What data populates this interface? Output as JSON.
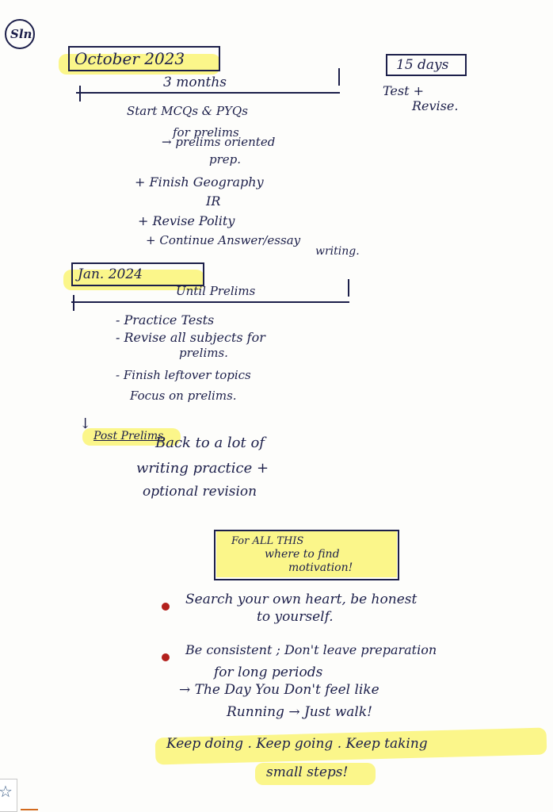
{
  "logo": {
    "text": "Sln"
  },
  "section1": {
    "date": "October 2023",
    "duration": "3 months",
    "lines": [
      "Start MCQs & PYQs",
      "for prelims",
      "→ prelims oriented",
      "prep.",
      "+ Finish Geography",
      "IR",
      "+ Revise Polity",
      "+ Continue Answer/essay",
      "writing."
    ]
  },
  "side": {
    "duration": "15 days",
    "line1": "Test +",
    "line2": "Revise."
  },
  "section2": {
    "date": "Jan. 2024",
    "duration": "Until Prelims",
    "lines": [
      "- Practice Tests",
      "- Revise all subjects for",
      "prelims.",
      "- Finish leftover topics",
      "Focus on prelims."
    ]
  },
  "section3": {
    "arrow": "↓",
    "title": "Post Prelims",
    "lines": [
      "Back to a lot of",
      "writing practice +",
      "optional revision"
    ]
  },
  "motivation": {
    "line1": "For ALL THIS",
    "line2": "where to find",
    "line3": "motivation!"
  },
  "tips": {
    "t1a": "Search your own heart, be honest",
    "t1b": "to yourself.",
    "t2a": "Be consistent ; Don't leave preparation",
    "t2b": "for long periods",
    "t3a": "→ The Day You Don't feel like",
    "t3b": "Running → Just walk!"
  },
  "closing": {
    "line1": "Keep doing . Keep going . Keep taking",
    "line2": "small steps!"
  },
  "corner": {
    "icon": "star-outline-icon",
    "glyph": "☆"
  },
  "colors": {
    "ink": "#1c1f4a",
    "highlight": "#fbf68a",
    "bullet": "#b3201c"
  }
}
